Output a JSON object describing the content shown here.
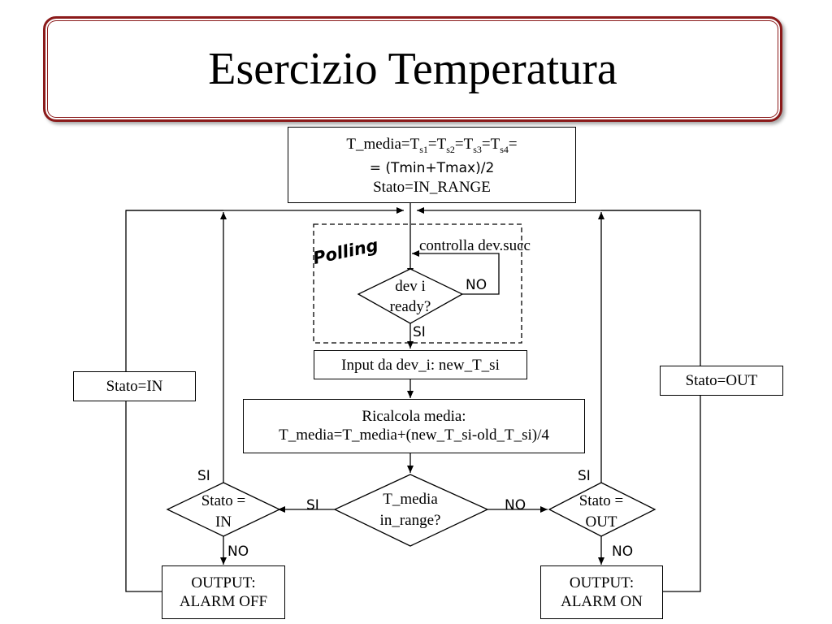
{
  "title": "Esercizio Temperatura",
  "init_box": {
    "line1_prefix": "T_media=T",
    "line1_parts": [
      {
        "sub": "s1",
        "after": "=T"
      },
      {
        "sub": "s2",
        "after": "=T"
      },
      {
        "sub": "s3",
        "after": "=T"
      },
      {
        "sub": "s4",
        "after": "="
      }
    ],
    "line2": "= (Tmin+Tmax)/2",
    "line3": "Stato=IN_RANGE"
  },
  "polling_label": "Polling",
  "controlla_label": "controlla dev.succ",
  "dev_ready": {
    "line1": "dev i",
    "line2": "ready?"
  },
  "dev_no": "NO",
  "dev_si": "SI",
  "input_box": "Input da dev_i: new_T_si",
  "ricalcola": {
    "line1": "Ricalcola media:",
    "line2": "T_media=T_media+(new_T_si-old_T_si)/4"
  },
  "in_range": {
    "line1": "T_media",
    "line2": "in_range?"
  },
  "range_si": "SI",
  "range_no": "NO",
  "stato_in_diamond": {
    "line1": "Stato =",
    "line2": "IN"
  },
  "stato_out_diamond": {
    "line1": "Stato =",
    "line2": "OUT"
  },
  "left_si": "SI",
  "left_no": "NO",
  "right_si": "SI",
  "right_no": "NO",
  "stato_in_box": "Stato=IN",
  "stato_out_box": "Stato=OUT",
  "alarm_off": {
    "line1": "OUTPUT:",
    "line2": "ALARM OFF"
  },
  "alarm_on": {
    "line1": "OUTPUT:",
    "line2": "ALARM ON"
  }
}
